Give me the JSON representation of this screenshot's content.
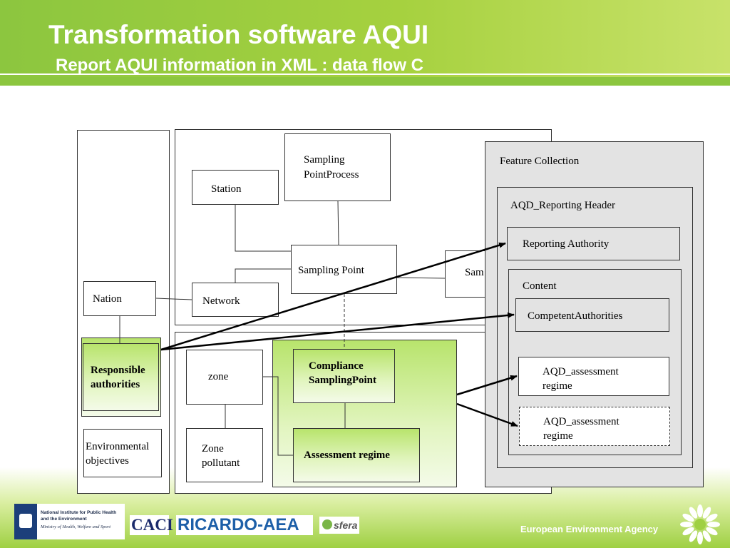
{
  "header": {
    "title": "Transformation software AQUI",
    "subtitle": "Report AQUI information in XML : data flow C"
  },
  "diagram": {
    "station": "Station",
    "sampling_point_process": [
      "Sampling",
      "PointProcess"
    ],
    "sampling_point": "Sampling Point",
    "sample_partial": "Sam",
    "nation": "Nation",
    "network": "Network",
    "responsible_authorities": [
      "Responsible",
      "authorities"
    ],
    "environmental_objectives": [
      "Environmental",
      "objectives"
    ],
    "zone": "zone",
    "zone_pollutant": [
      "Zone",
      "pollutant"
    ],
    "compliance_sampling_point": [
      "Compliance",
      "SamplingPoint"
    ],
    "assessment_regime": "Assessment regime",
    "feature_collection": "Feature Collection",
    "reporting_header": "AQD_Reporting Header",
    "reporting_authority": "Reporting Authority",
    "content": "Content",
    "competent_authorities": "CompetentAuthorities",
    "aqd_assessment_regime_1": [
      "AQD_assessment",
      "regime"
    ],
    "aqd_assessment_regime_2": [
      "AQD_assessment",
      "regime"
    ]
  },
  "footer": {
    "logos": {
      "rivm": [
        "National Institute for Public Health",
        "and the Environment",
        "Ministry of Health, Welfare and Sport"
      ],
      "caci": "CACI",
      "ricardo": "RICARDO-AEA",
      "sfera": "sfera"
    },
    "agency": "European Environment Agency",
    "colors": {
      "brand_green": "#8cc63f",
      "ricardo_blue": "#1d5fa8",
      "caci_navy": "#1a2a6b"
    }
  }
}
